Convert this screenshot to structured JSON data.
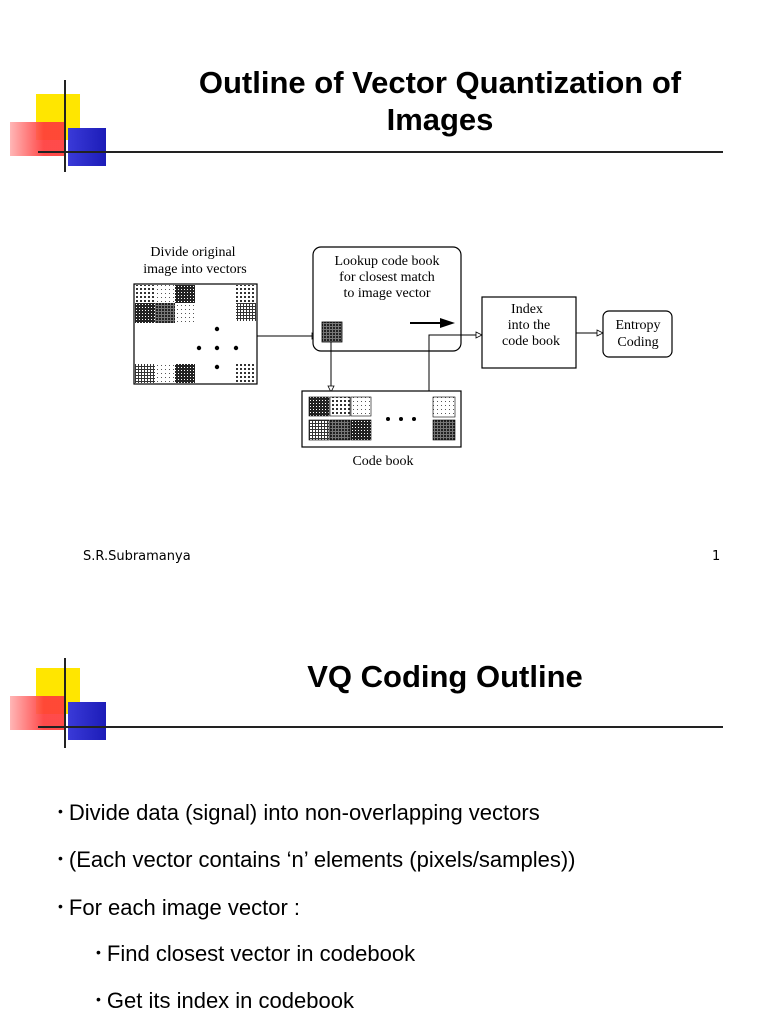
{
  "slide1": {
    "title_line1": "Outline of Vector Quantization of",
    "title_line2": "Images",
    "footer_author": "S.R.Subramanya",
    "footer_page": "1",
    "diagram": {
      "divide_line1": "Divide original",
      "divide_line2": "image into vectors",
      "lookup_line1": "Lookup code book",
      "lookup_line2": "for closest match",
      "lookup_line3": "to image vector",
      "index_line1": "Index",
      "index_line2": "into the",
      "index_line3": "code book",
      "entropy_line1": "Entropy",
      "entropy_line2": "Coding",
      "codebook_label": "Code book"
    }
  },
  "slide2": {
    "title": "VQ Coding Outline",
    "bullets": [
      "Divide data (signal) into non-overlapping vectors",
      "(Each vector contains ‘n’ elements (pixels/samples))",
      "For each image vector :"
    ],
    "sub_bullets": [
      "Find closest vector in codebook",
      "Get its index in codebook"
    ]
  },
  "colors": {
    "logo_yellow": "#ffe600",
    "logo_red": "#ff3b3b",
    "logo_blue": "#2b2bd6"
  }
}
